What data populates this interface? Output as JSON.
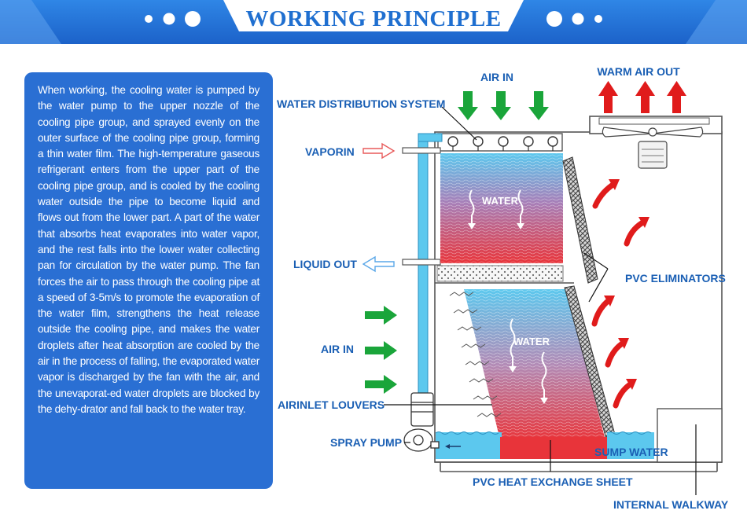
{
  "header": {
    "title": "WORKING PRINCIPLE"
  },
  "description": {
    "text": "When working, the cooling water is pumped by the water pump to the upper nozzle of the cooling pipe group, and sprayed evenly on the outer surface of the cooling pipe group, forming a thin water film. The high-temperature gaseous refrigerant enters from the upper part of the cooling pipe group, and is cooled by the cooling water outside the pipe to become liquid and flows out from the lower part. A part of the water that absorbs heat evaporates into water vapor, and the rest falls into the lower water collecting pan for circulation by the water pump. The fan forces the air to pass through the cooling pipe at a speed of 3-5m/s to promote the evaporation of the water film, strengthens the heat release outside the cooling pipe, and makes the water droplets after heat absorption are cooled by the air in the process of falling, the evaporated water vapor is discharged by the fan with the air, and the unevaporat-ed water droplets are blocked by the dehy-drator and fall back to the water tray."
  },
  "diagram": {
    "labels": {
      "air_in_top": "AIR IN",
      "warm_air_out": "WARM AIR OUT",
      "water_distribution_system": "WATER DISTRIBUTION SYSTEM",
      "vaporin": "VAPORIN",
      "liquid_out": "LIQUID OUT",
      "pvc_eliminators": "PVC ELIMINATORS",
      "air_in_side": "AIR IN",
      "airinlet_louvers": "AIRINLET LOUVERS",
      "spray_pump": "SPRAY PUMP",
      "sump_water": "SUMP WATER",
      "pvc_heat_exchange_sheet": "PVC HEAT EXCHANGE SHEET",
      "internal_walkway": "INTERNAL WALKWAY",
      "water_upper": "WATER",
      "water_lower": "WATER"
    },
    "colors": {
      "accent_blue": "#1f6fd0",
      "arrow_green": "#1aa53a",
      "arrow_red": "#e01b1b",
      "water_blue": "#5cc8ee",
      "water_red": "#e8343a"
    }
  }
}
